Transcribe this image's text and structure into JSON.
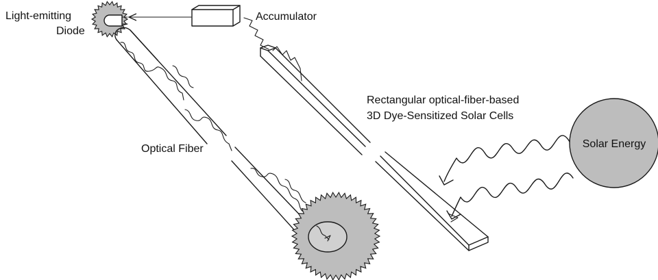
{
  "labels": {
    "led_line1": "Light-emitting",
    "led_line2": "Diode",
    "accumulator": "Accumulator",
    "cells_line1": "Rectangular optical-fiber-based",
    "cells_line2": "3D Dye-Sensitized Solar Cells",
    "optical_fiber": "Optical Fiber",
    "solar_energy": "Solar Energy"
  },
  "colors": {
    "stroke": "#1a1a1a",
    "fill_gray": "#bdbdbd",
    "text": "#111111",
    "background": "#ffffff"
  }
}
